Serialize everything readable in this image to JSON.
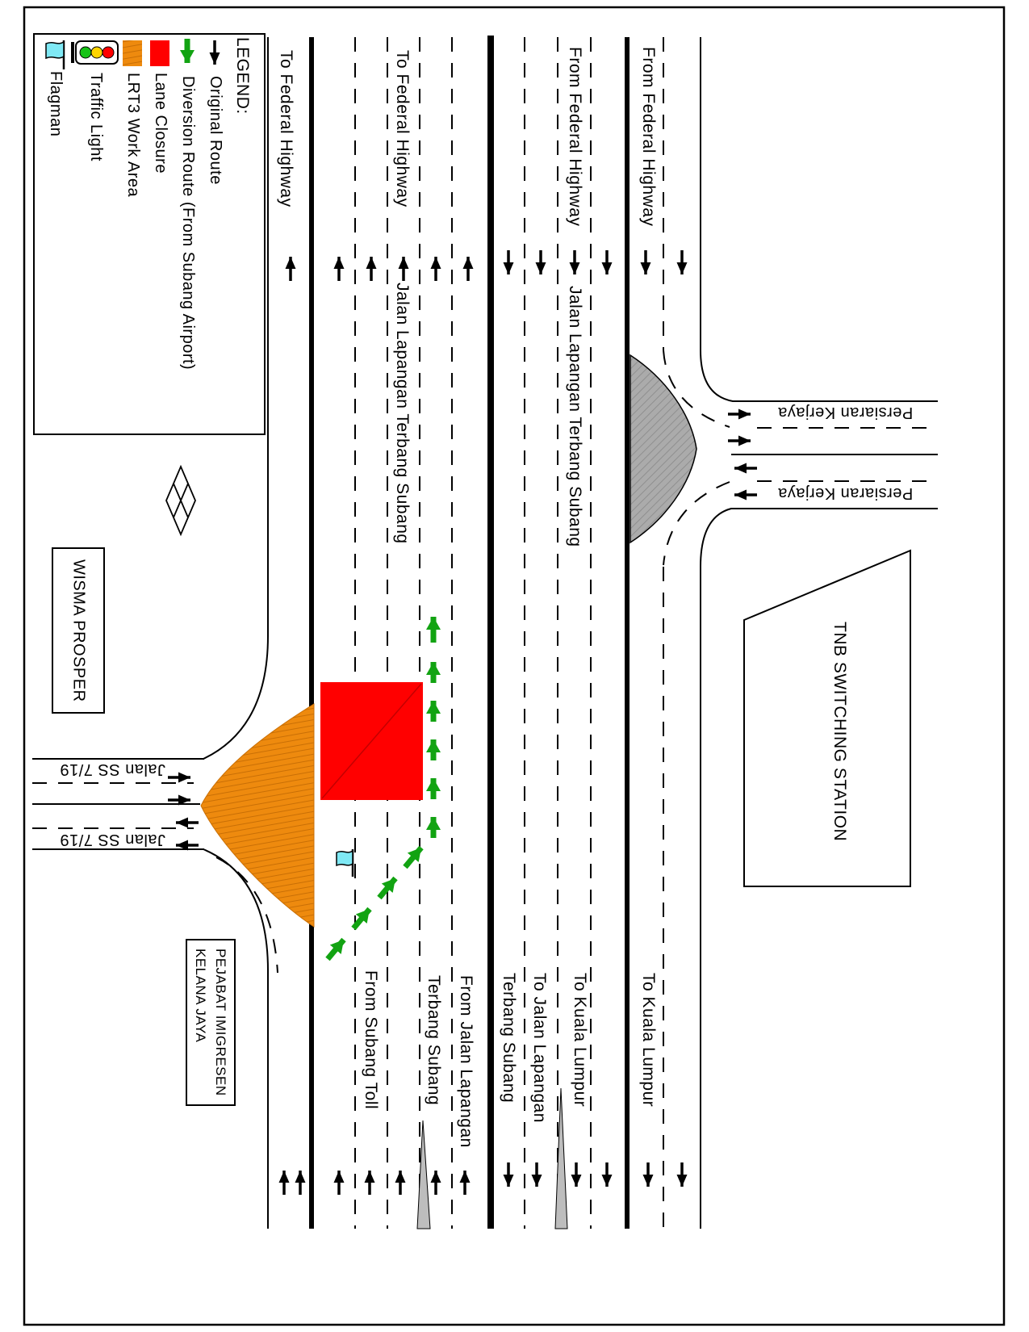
{
  "legend": {
    "title": "LEGEND:",
    "items": [
      {
        "label": "Original Route",
        "icon": "black-arrow"
      },
      {
        "label": "Diversion Route (From Subang Airport)",
        "icon": "green-arrow"
      },
      {
        "label": "Lane Closure",
        "icon": "red-swatch"
      },
      {
        "label": "LRT3 Work Area",
        "icon": "orange-swatch"
      },
      {
        "label": "Traffic Light",
        "icon": "traffic-light"
      },
      {
        "label": "Flagman",
        "icon": "flag"
      }
    ]
  },
  "roads": {
    "to_federal_left": "To Federal Highway",
    "to_federal_main": "To Federal Highway",
    "jalan_lapangan_north": "Jalan Lapangan Terbang Subang",
    "from_federal_main": "From Federal Highway",
    "jalan_lapangan_south": "Jalan Lapangan Terbang Subang",
    "from_federal_right": "From Federal Highway",
    "persiaran_kerjaya_out": "Persiaran Kerjaya",
    "persiaran_kerjaya_in": "Persiaran Kerjaya",
    "jalan_ss719_out": "Jalan SS 7/19",
    "jalan_ss719_in": "Jalan SS 7/19",
    "from_subang_toll": "From Subang Toll",
    "from_jalan_lapangan": "From Jalan Lapangan\nTerbang Subang",
    "to_jalan_lapangan": "To Jalan Lapangan\nTerbang Subang",
    "to_kuala_lumpur_inner": "To Kuala Lumpur",
    "to_kuala_lumpur_outer": "To Kuala Lumpur"
  },
  "places": {
    "wisma_prosper": "WISMA PROSPER",
    "tnb_switching_station": "TNB SWITCHING STATION",
    "pejabat_imigresen": "PEJABAT IMIGRESEN\nKELANA JAYA"
  },
  "colors": {
    "lane_closure": "#FF0000",
    "work_area": "#EE8A0E",
    "diversion_route": "#12A312",
    "island": "#ABABAB",
    "flag": "#7FE9F5"
  }
}
